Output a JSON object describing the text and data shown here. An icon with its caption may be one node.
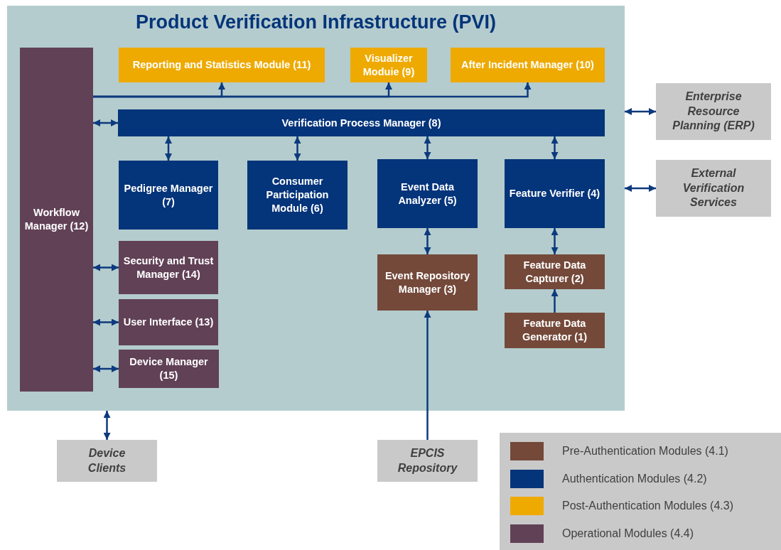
{
  "diagram": {
    "nodes": [
      {
        "text": [
          "Product Verification Infrastructure (PVI)"
        ]
      },
      {
        "text": [
          "Workflow Manager (12)"
        ],
        "in": 0
      },
      {
        "text": [
          "Reporting and Statistics Module (11)"
        ],
        "in": 0
      },
      {
        "text": [
          "Visualizer Moduie (9)"
        ],
        "in": 0
      },
      {
        "text": [
          "After Incident Manager (10)"
        ],
        "in": 0
      },
      {
        "text": [
          "Verification Process Manager (8)"
        ],
        "in": 0
      },
      {
        "text": [
          "Pedigree Manager (7)"
        ],
        "in": 0
      },
      {
        "text": [
          "Consumer Participation Module (6)"
        ],
        "in": 0
      },
      {
        "text": [
          "Event Data Analyzer (5)"
        ],
        "in": 0
      },
      {
        "text": [
          "Feature Verifier (4)"
        ],
        "in": 0
      },
      {
        "text": [
          "Security and Trust Manager (14)"
        ],
        "in": 0
      },
      {
        "text": [
          "User Interface (13)"
        ],
        "in": 0
      },
      {
        "text": [
          "Device Manager (15)"
        ],
        "in": 0
      },
      {
        "text": [
          "Event Repository Manager (3)"
        ],
        "in": 0
      },
      {
        "text": [
          "Feature Data Capturer (2)"
        ],
        "in": 0
      },
      {
        "text": [
          "Feature Data Generator (1)"
        ],
        "in": 0
      },
      {
        "text": [
          "Enterprise Resource Planning (ERP)"
        ]
      },
      {
        "text": [
          "External Verification Services"
        ]
      },
      {
        "text": [
          "Device Clients"
        ]
      },
      {
        "text": [
          "EPCIS Repository"
        ]
      }
    ],
    "edges": [
      {
        "from": 1,
        "to": 2,
        "arrow": "to"
      },
      {
        "from": 1,
        "to": 3,
        "arrow": "to"
      },
      {
        "from": 1,
        "to": 4,
        "arrow": "to"
      },
      {
        "from": 1,
        "to": 5,
        "arrow": "both"
      },
      {
        "from": 5,
        "to": 6,
        "arrow": "both"
      },
      {
        "from": 5,
        "to": 7,
        "arrow": "both"
      },
      {
        "from": 5,
        "to": 8,
        "arrow": "both"
      },
      {
        "from": 5,
        "to": 9,
        "arrow": "both"
      },
      {
        "from": 1,
        "to": 10,
        "arrow": "both"
      },
      {
        "from": 1,
        "to": 11,
        "arrow": "both"
      },
      {
        "from": 1,
        "to": 12,
        "arrow": "both"
      },
      {
        "from": 8,
        "to": 13,
        "arrow": "both"
      },
      {
        "from": 9,
        "to": 14,
        "arrow": "both"
      },
      {
        "from": 15,
        "to": 14,
        "arrow": "to"
      },
      {
        "from": 19,
        "to": 13,
        "arrow": "to"
      },
      {
        "from": 0,
        "to": 16,
        "arrow": "both"
      },
      {
        "from": 0,
        "to": 17,
        "arrow": "both"
      },
      {
        "from": 0,
        "to": 18,
        "arrow": "both"
      }
    ],
    "legend": [
      {
        "text": "Pre-Authentication Modules (4.1)",
        "color": "#74493a"
      },
      {
        "text": "Authentication Modules (4.2)",
        "color": "#04347a"
      },
      {
        "text": "Post-Authentication Modules (4.3)",
        "color": "#eeaa00"
      },
      {
        "text": "Operational Modules (4.4)",
        "color": "#614156"
      }
    ]
  }
}
